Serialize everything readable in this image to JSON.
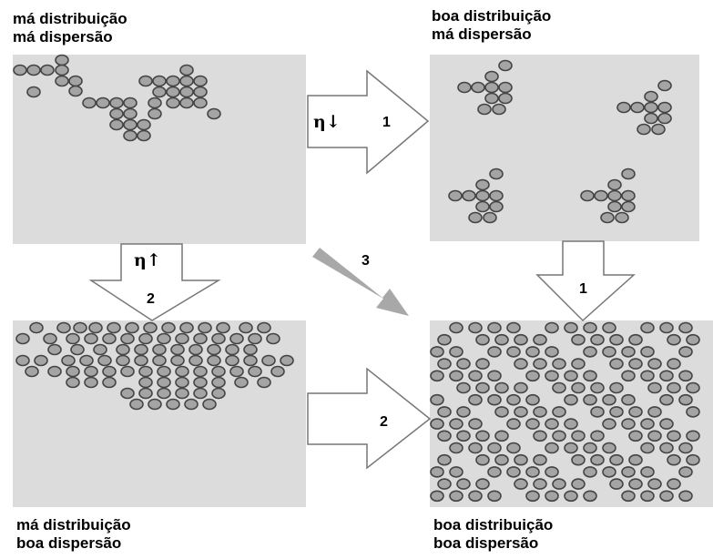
{
  "panels": {
    "top_left": {
      "line1": "má distribuição",
      "line2": "má dispersão"
    },
    "top_right": {
      "line1": "boa distribuição",
      "line2": "má dispersão"
    },
    "bottom_left": {
      "line1": "má distribuição",
      "line2": "boa dispersão"
    },
    "bottom_right": {
      "line1": "boa distribuição",
      "line2": "boa dispersão"
    }
  },
  "arrows": {
    "top_horizontal": {
      "symbol": "η↓",
      "number": "1"
    },
    "left_vertical": {
      "symbol": "η↑",
      "number": "2"
    },
    "diagonal": {
      "number": "3"
    },
    "right_vertical": {
      "number": "1"
    },
    "bottom_horizontal": {
      "number": "2"
    }
  },
  "colors": {
    "panel": "#dcdcdc",
    "particle_fill": "#a4a4a4",
    "particle_stroke": "#444444",
    "diagonal_arrow": "#a8a8a8"
  }
}
